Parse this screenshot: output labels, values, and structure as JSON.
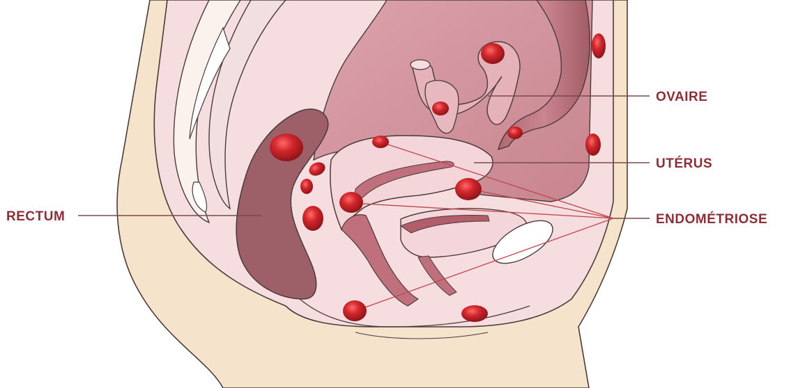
{
  "labels": {
    "ovaire": "OVAIRE",
    "uterus": "UTÉRUS",
    "endometriose": "ENDOMÉTRIOSE",
    "rectum": "RECTUM"
  },
  "colors": {
    "label": "#8a2f35",
    "leader_line": "#7a4a4a",
    "endometriosis_line": "#c0464d",
    "skin": "#f6e3cc",
    "tissue_light": "#f6dde0",
    "tissue_mid": "#eecdd2",
    "cavity": "#d89aa4",
    "cavity_dark": "#c5808c",
    "rectum": "#9d6068",
    "outline": "#4a3a3a",
    "lesion": "#c82a2f"
  }
}
